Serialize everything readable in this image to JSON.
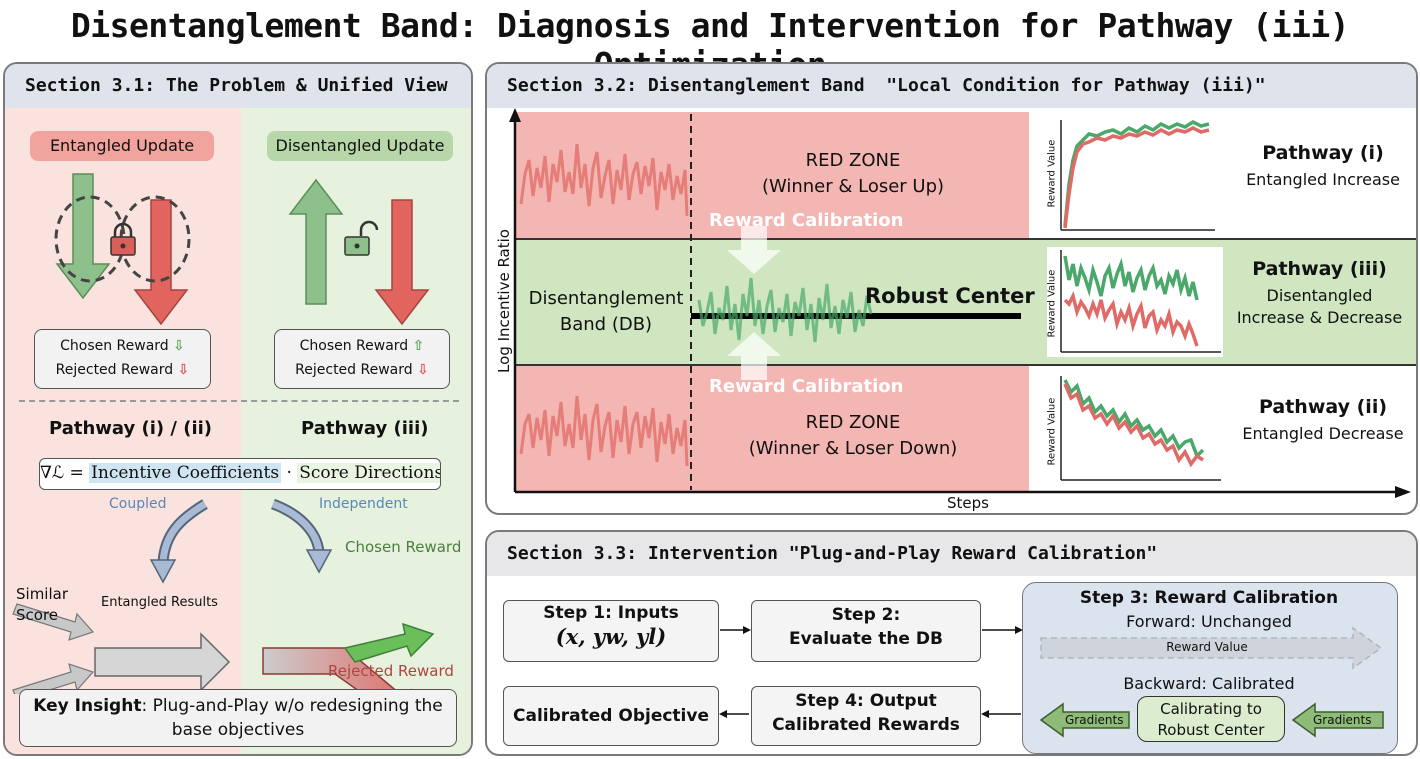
{
  "title": "Disentanglement Band: Diagnosis and Intervention for Pathway (iii) Optimization",
  "s31": {
    "heading": "Section 3.1: The Problem & Unified View",
    "entangled_update": "Entangled Update",
    "disentangled_update": "Disentangled Update",
    "chosen_reward": "Chosen Reward",
    "rejected_reward": "Rejected Reward",
    "pathway_left": "Pathway (i) / (ii)",
    "pathway_right": "Pathway (iii)",
    "formula_lhs": "∇ℒ =",
    "formula_incentive": "Incentive Coefficients",
    "formula_dot": "·",
    "formula_score": "Score Directions",
    "coupled": "Coupled",
    "independent": "Independent",
    "similar_score": "Similar\nScore",
    "entangled_results": "Entangled Results",
    "chosen_reward_out": "Chosen Reward",
    "rejected_reward_out": "Rejected Reward",
    "key_insight_bold": "Key Insight",
    "key_insight_text": ": Plug-and-Play w/o redesigning the base objectives"
  },
  "s32": {
    "heading": "Section 3.2: Disentanglement Band  \"Local Condition for Pathway (iii)\"",
    "red_zone_top_1": "RED ZONE",
    "red_zone_top_2": "(Winner & Loser Up)",
    "reward_calibration_top": "Reward Calibration",
    "db_label_1": "Disentanglement",
    "db_label_2": "Band (DB)",
    "robust_center": "Robust Center",
    "reward_calibration_bottom": "Reward Calibration",
    "red_zone_bottom_1": "RED ZONE",
    "red_zone_bottom_2": "(Winner & Loser Down)",
    "y_axis": "Log Incentive Ratio",
    "x_axis": "Steps",
    "mini_y": "Reward Value",
    "pathway_i_title": "Pathway (i)",
    "pathway_i_sub": "Entangled Increase",
    "pathway_iii_title": "Pathway (iii)",
    "pathway_iii_sub_1": "Disentangled",
    "pathway_iii_sub_2": "Increase  & Decrease",
    "pathway_ii_title": "Pathway (ii)",
    "pathway_ii_sub": "Entangled Decrease"
  },
  "s33": {
    "heading": "Section 3.3: Intervention \"Plug-and-Play Reward Calibration\"",
    "step1_title": "Step 1: Inputs",
    "step1_math": "(x, yw, yl)",
    "step2_title": "Step 2:",
    "step2_sub": "Evaluate the DB",
    "step3_title": "Step 3: Reward Calibration",
    "forward": "Forward: Unchanged",
    "reward_value": "Reward Value",
    "backward": "Backward: Calibrated",
    "gradients_left": "Gradients",
    "gradients_right": "Gradients",
    "calibrating_1": "Calibrating to",
    "calibrating_2": "Robust Center",
    "step4_title": "Step 4: Output",
    "step4_sub": "Calibrated Rewards",
    "calibrated_objective": "Calibrated Objective"
  },
  "colors": {
    "red_zone": "#f4b6b2",
    "green_band": "#cfe6c0",
    "green_line": "#4aa86a",
    "red_line": "#e06a66",
    "panel_head": "#dfe4ec"
  }
}
